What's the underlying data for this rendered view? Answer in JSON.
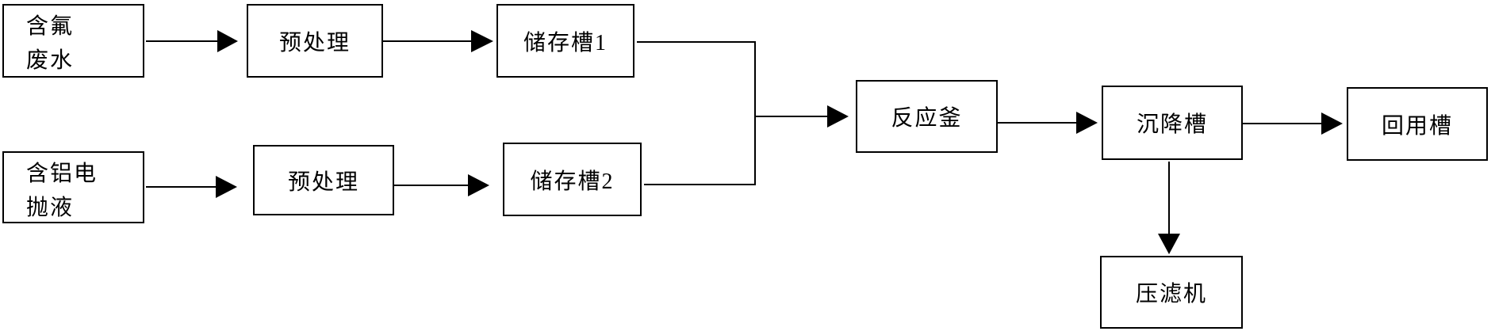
{
  "diagram": {
    "type": "flowchart",
    "background_color": "#ffffff",
    "line_color": "#000000",
    "box_fill_color": "#ffffff",
    "box_border_color": "#000000",
    "nodes": {
      "fluoride_wastewater": {
        "label": "含氟\n废水"
      },
      "pretreatment_top": {
        "label": "预处理"
      },
      "storage_tank_1": {
        "label": "储存槽1"
      },
      "aluminum_electropolishing_liquid": {
        "label": "含铝电\n抛液"
      },
      "pretreatment_bottom": {
        "label": "预处理"
      },
      "storage_tank_2": {
        "label": "储存槽2"
      },
      "reaction_kettle": {
        "label": "反应釜"
      },
      "settling_tank": {
        "label": "沉降槽"
      },
      "reuse_tank": {
        "label": "回用槽"
      },
      "filter_press": {
        "label": "压滤机"
      }
    },
    "edges": [
      {
        "from": "含氟废水",
        "to": "预处理"
      },
      {
        "from": "预处理",
        "to": "储存槽1"
      },
      {
        "from": "含铝电抛液",
        "to": "预处理"
      },
      {
        "from": "预处理",
        "to": "储存槽2"
      },
      {
        "from": "储存槽1",
        "to": "反应釜"
      },
      {
        "from": "储存槽2",
        "to": "反应釜"
      },
      {
        "from": "反应釜",
        "to": "沉降槽"
      },
      {
        "from": "沉降槽",
        "to": "回用槽"
      },
      {
        "from": "沉降槽",
        "to": "压滤机"
      }
    ]
  }
}
